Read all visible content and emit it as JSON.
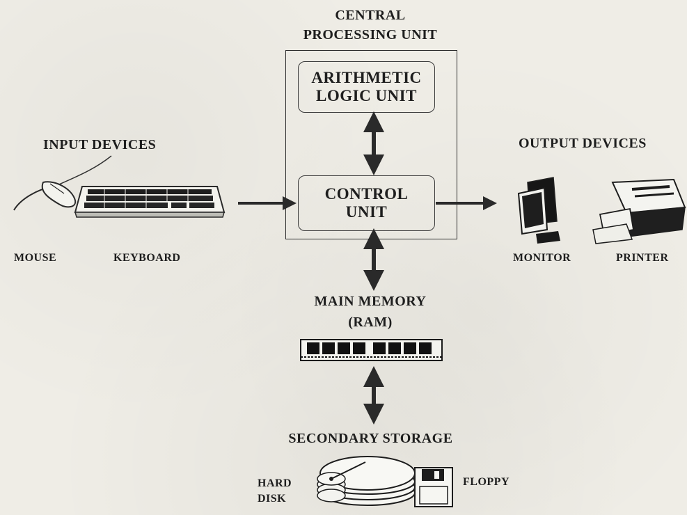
{
  "cpu": {
    "title": "CENTRAL PROCESSING UNIT"
  },
  "alu": {
    "label_line1": "ARITHMETIC",
    "label_line2": "LOGIC UNIT"
  },
  "control_unit": {
    "label_line1": "CONTROL",
    "label_line2": "UNIT"
  },
  "input": {
    "title": "INPUT DEVICES",
    "mouse_label": "MOUSE",
    "keyboard_label": "KEYBOARD"
  },
  "output": {
    "title": "OUTPUT DEVICES",
    "monitor_label": "MONITOR",
    "printer_label": "PRINTER"
  },
  "memory": {
    "label_line1": "MAIN MEMORY",
    "label_line2": "(RAM)"
  },
  "storage": {
    "title": "SECONDARY STORAGE",
    "hard_disk_line1": "HARD",
    "hard_disk_line2": "DISK",
    "floppy_label": "FLOPPY"
  }
}
